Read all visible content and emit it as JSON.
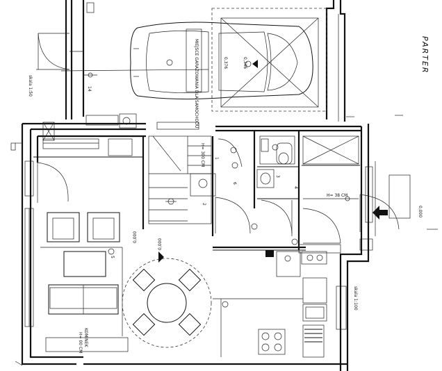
{
  "floor_title": "PARTER",
  "scale_garage": "skala 1:50",
  "scale_house": "skala 1:100",
  "car_note": "MIEJSCE GARAZOWANIA DLA SAMOCHODU",
  "car_level_1": "0,376",
  "car_level_2": "0,346",
  "living_level": "0,000",
  "dining_level": "0,000",
  "entry_level": "0,000",
  "entry_note": "H= 38 CM",
  "stair_note": "H= 300 CM",
  "fireplace_note": "KOMINEK",
  "fireplace_h": "H= 00 CM",
  "room_numbers": [
    "14",
    "1",
    "2",
    "3",
    "4",
    "5",
    "6"
  ]
}
